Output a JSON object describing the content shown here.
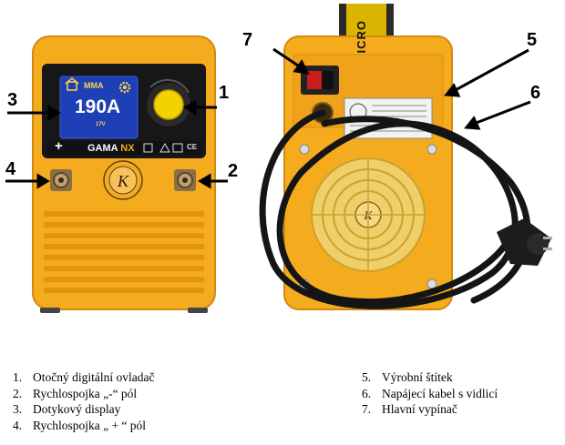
{
  "display": {
    "mode": "MMA",
    "current": "190A",
    "voltage": "17V"
  },
  "front_panel": {
    "model_prefix": "GAMA",
    "model_suffix": "NX",
    "plus_sign": "+",
    "ce_mark": "CE"
  },
  "back_panel": {
    "strap_text": "ICRO"
  },
  "callouts": {
    "c1": "1",
    "c2": "2",
    "c3": "3",
    "c4": "4",
    "c5": "5",
    "c6": "6",
    "c7": "7"
  },
  "legend": {
    "left": [
      {
        "num": "1.",
        "text": "Otočný digitální ovladač"
      },
      {
        "num": "2.",
        "text": "Rychlospojka „-“ pól"
      },
      {
        "num": "3.",
        "text": "Dotykový display"
      },
      {
        "num": "4.",
        "text": "Rychlospojka „ + “ pól"
      }
    ],
    "right": [
      {
        "num": "5.",
        "text": "Výrobní štítek"
      },
      {
        "num": "6.",
        "text": "Napájecí kabel s vidlicí"
      },
      {
        "num": "7.",
        "text": "Hlavní vypínač"
      }
    ]
  }
}
